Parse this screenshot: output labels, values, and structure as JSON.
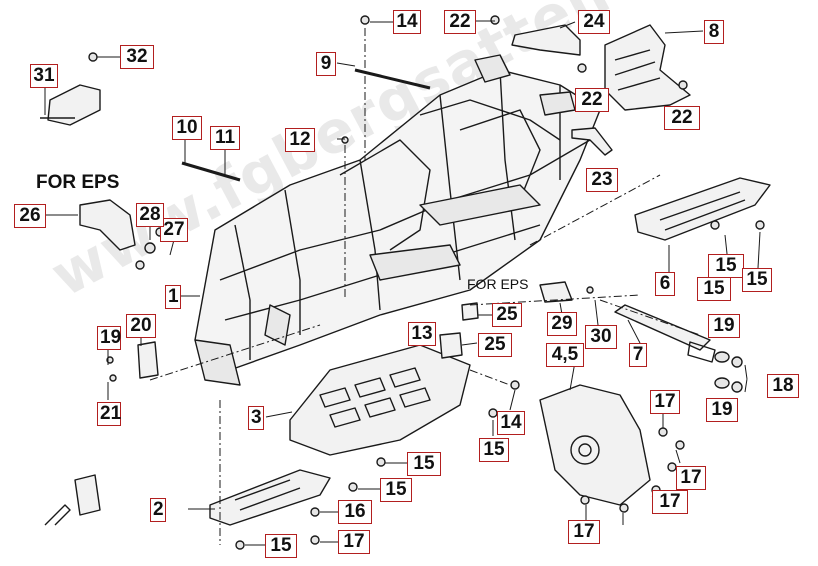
{
  "diagram": {
    "captions": {
      "eps_top": "FOR EPS",
      "eps_mid": "FOR EPS"
    },
    "watermark": "www.fgbergsatteile.de",
    "callouts": [
      "1",
      "2",
      "3",
      "4,5",
      "6",
      "7",
      "8",
      "9",
      "10",
      "11",
      "12",
      "13",
      "14",
      "14",
      "15",
      "15",
      "15",
      "15",
      "15",
      "15",
      "15",
      "16",
      "17",
      "17",
      "17",
      "17",
      "17",
      "18",
      "19",
      "19",
      "19",
      "20",
      "21",
      "22",
      "22",
      "22",
      "23",
      "24",
      "25",
      "25",
      "26",
      "27",
      "28",
      "29",
      "30",
      "31",
      "32"
    ],
    "colors": {
      "callout_border": "#b21f1f",
      "line": "#1a1a1a",
      "part_fill": "#f2f2f2"
    }
  }
}
